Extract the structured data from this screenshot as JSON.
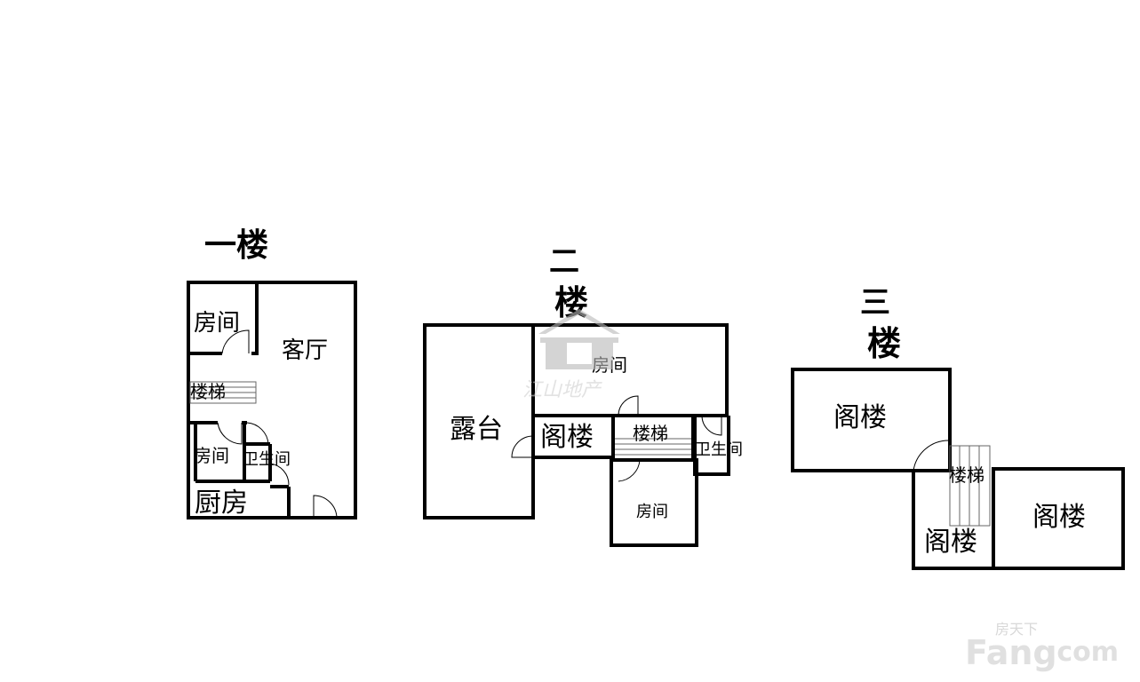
{
  "floors": {
    "first": {
      "title": "一楼",
      "rooms": {
        "bedroom_top": "房间",
        "living": "客厅",
        "stairs": "楼梯",
        "bedroom_bottom": "房间",
        "bathroom": "卫生间",
        "kitchen": "厨房"
      }
    },
    "second": {
      "title_top": "二",
      "title_bottom": "楼",
      "rooms": {
        "terrace": "露台",
        "bedroom_top": "房间",
        "attic": "阁楼",
        "stairs": "楼梯",
        "bathroom": "卫生间",
        "bedroom_bottom": "房间"
      }
    },
    "third": {
      "title_top": "三",
      "title_bottom": "楼",
      "rooms": {
        "attic_top": "阁楼",
        "stairs": "楼梯",
        "attic_bottom_left": "阁楼",
        "attic_right": "阁楼"
      }
    }
  },
  "watermark": {
    "brand_text": "江山地产",
    "site_cn": "房天下",
    "site_en": "Fang",
    "site_domain": ".com"
  }
}
